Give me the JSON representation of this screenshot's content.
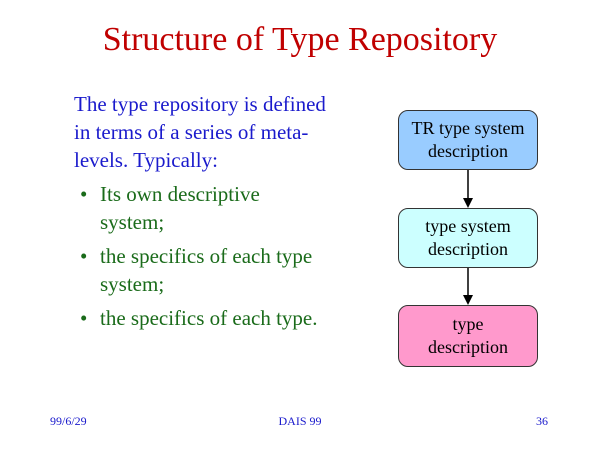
{
  "slide": {
    "title": "Structure of Type Repository",
    "intro_lines": [
      "The type repository is defined",
      "in terms of a series of meta-",
      "levels. Typically:"
    ],
    "bullets": [
      {
        "lines": [
          "Its own descriptive",
          "system;"
        ]
      },
      {
        "lines": [
          "the specifics of each type",
          "system;"
        ]
      },
      {
        "lines": [
          "the specifics of each type."
        ]
      }
    ],
    "bullet_glyph": "•",
    "colors": {
      "title": "#c00000",
      "intro": "#1a1acc",
      "bullets": "#1a6b1a",
      "box_tr": "#99ccff",
      "box_ts": "#ccffff",
      "box_type": "#ff99cc"
    }
  },
  "diagram": {
    "boxes": [
      {
        "lines": [
          "TR type system",
          "description"
        ]
      },
      {
        "lines": [
          "type system",
          "description"
        ]
      },
      {
        "lines": [
          "type",
          "description"
        ]
      }
    ]
  },
  "footer": {
    "date": "99/6/29",
    "event": "DAIS 99",
    "page": "36"
  }
}
